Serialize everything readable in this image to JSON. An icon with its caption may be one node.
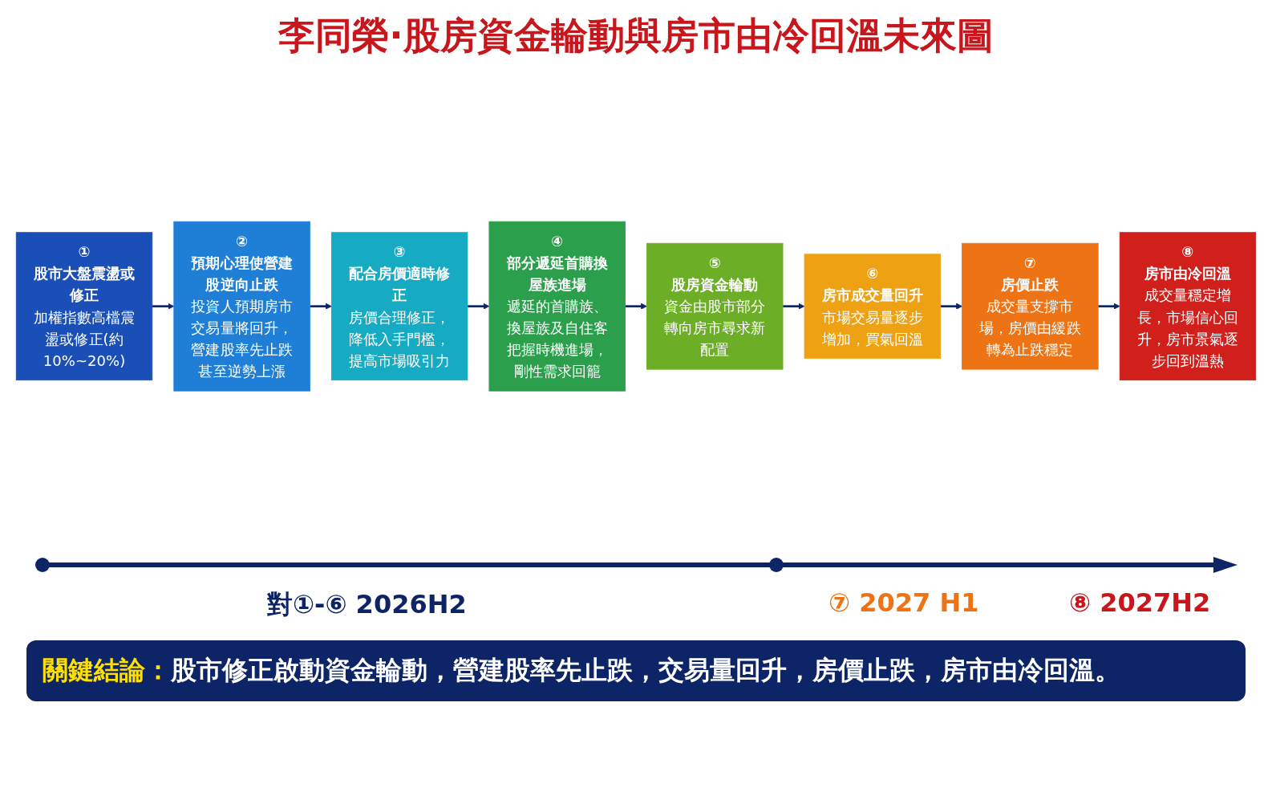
{
  "diagram": {
    "title": "李同榮·股房資金輪動與房市由冷回溫未來圖",
    "nodes": [
      {
        "text": [
          "①",
          "股市大盤震盪或修正",
          "加權指數高檔震盪或修正(約10%~20%)"
        ]
      },
      {
        "text": [
          "②",
          "預期心理使營建股逆向止跌",
          "投資人預期房市交易量將回升，營建股率先止跌甚至逆勢上漲"
        ]
      },
      {
        "text": [
          "③",
          "配合房價適時修正",
          "房價合理修正，降低入手門檻，提高市場吸引力"
        ]
      },
      {
        "text": [
          "④",
          "部分遞延首購換屋族進場",
          "遞延的首購族、換屋族及自住客把握時機進場，剛性需求回籠"
        ]
      },
      {
        "text": [
          "⑤",
          "股房資金輪動",
          "資金由股市部分轉向房市尋求新配置"
        ]
      },
      {
        "text": [
          "⑥",
          "房市成交量回升",
          "市場交易量逐步增加，買氣回溫"
        ]
      },
      {
        "text": [
          "⑦",
          "房價止跌",
          "成交量支撐市場，房價由緩跌轉為止跌穩定"
        ]
      },
      {
        "text": [
          "⑧",
          "房市由冷回溫",
          "成交量穩定增長，市場信心回升，房市景氣逐步回到溫熱"
        ]
      }
    ],
    "edges": [
      {
        "from": 0,
        "to": 1,
        "arrow": "to"
      },
      {
        "from": 1,
        "to": 2,
        "arrow": "to"
      },
      {
        "from": 2,
        "to": 3,
        "arrow": "to"
      },
      {
        "from": 3,
        "to": 4,
        "arrow": "to"
      },
      {
        "from": 4,
        "to": 5,
        "arrow": "to"
      },
      {
        "from": 5,
        "to": 6,
        "arrow": "to"
      },
      {
        "from": 6,
        "to": 7,
        "arrow": "to"
      }
    ],
    "labels": [
      "對①-⑥ 2026H2",
      "⑦ 2027 H1",
      "⑧ 2027H2",
      "關鍵結論：",
      "股市修正啟動資金輪動，營建股率先止跌，交易量回升，房價止跌，房市由冷回溫。"
    ]
  }
}
